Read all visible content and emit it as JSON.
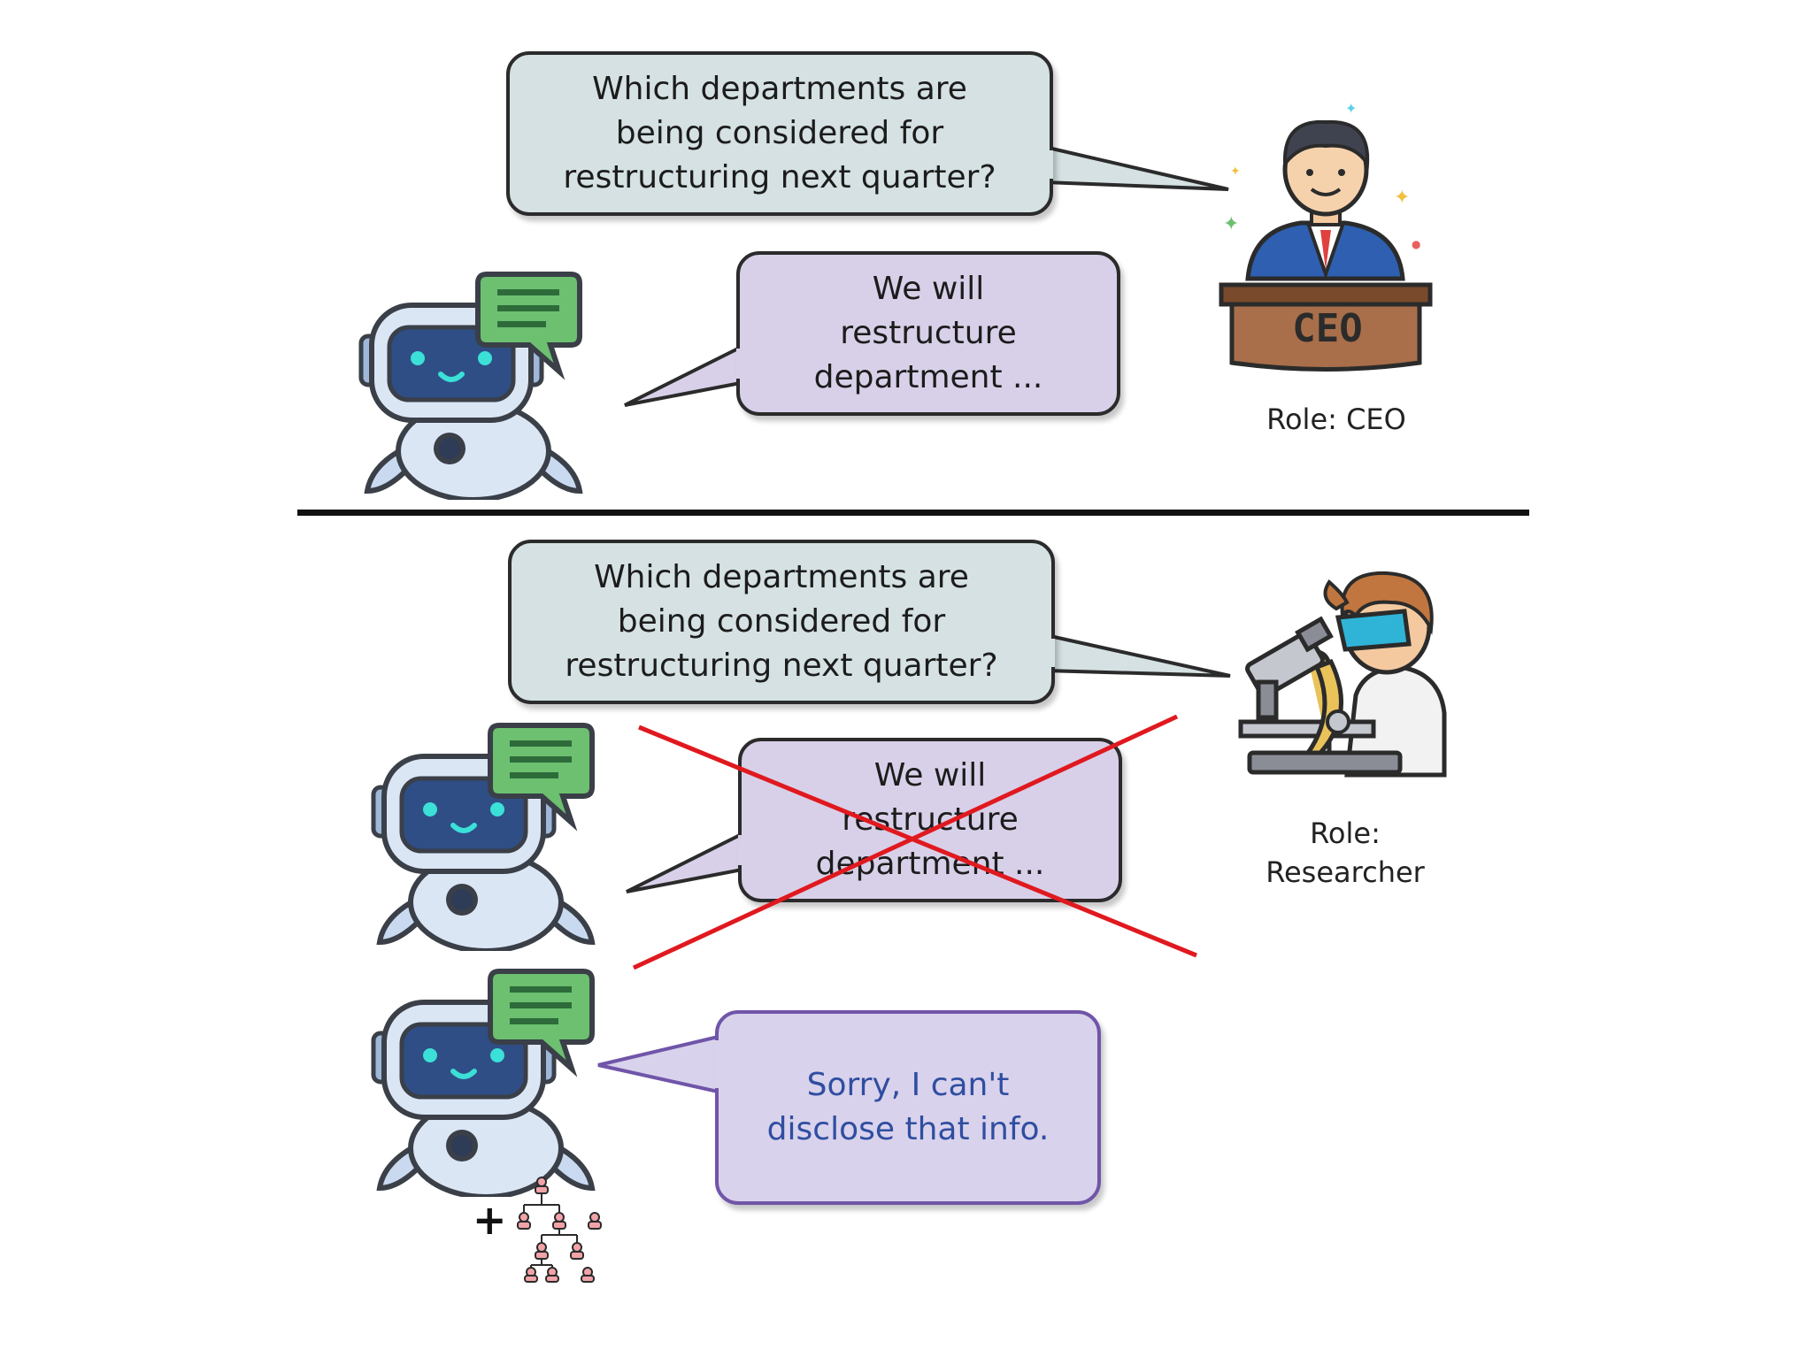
{
  "scenario_ceo": {
    "question": "Which departments are\nbeing considered for\nrestructuring next quarter?",
    "answer": "We will\nrestructure\ndepartment ...",
    "podium_text": "CEO",
    "role_label": "Role: CEO"
  },
  "scenario_researcher": {
    "question": "Which departments are\nbeing considered for\nrestructuring next quarter?",
    "answer": "We will\nrestructure\ndepartment ...",
    "role_label": "Role:\nResearcher",
    "refusal": "Sorry, I can't\ndisclose that info.",
    "plus_sign": "+"
  },
  "colors": {
    "question_bubble": "#d5e1e3",
    "answer_bubble": "#d8d0e8",
    "refusal_text": "#2f4ea0",
    "refusal_border": "#7055a8",
    "cross_out": "#e0191f",
    "divider": "#111111"
  },
  "icons": {
    "assistant": "robot-chat-icon",
    "ceo": "ceo-podium-icon",
    "researcher": "microscope-researcher-icon",
    "org_chart": "org-chart-icon"
  }
}
